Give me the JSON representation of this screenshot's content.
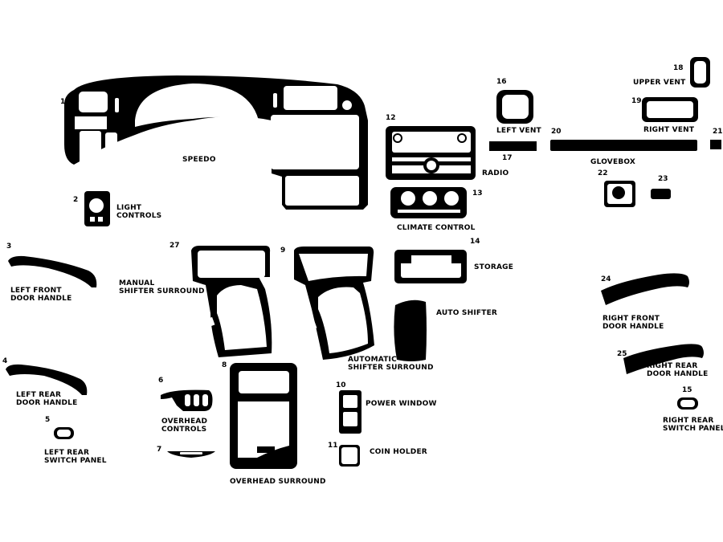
{
  "parts": [
    {
      "number": "1",
      "label": "SPEEDO"
    },
    {
      "number": "2",
      "label": "LIGHT\nCONTROLS"
    },
    {
      "number": "3",
      "label": "LEFT FRONT\nDOOR HANDLE"
    },
    {
      "number": "4",
      "label": "LEFT REAR\nDOOR HANDLE"
    },
    {
      "number": "5",
      "label": "LEFT REAR\nSWITCH PANEL"
    },
    {
      "number": "6",
      "label": "OVERHEAD\nCONTROLS"
    },
    {
      "number": "7",
      "label": ""
    },
    {
      "number": "8",
      "label": "OVERHEAD SURROUND"
    },
    {
      "number": "9",
      "label": "AUTOMATIC\nSHIFTER SURROUND"
    },
    {
      "number": "10",
      "label": "POWER WINDOW"
    },
    {
      "number": "11",
      "label": "COIN HOLDER"
    },
    {
      "number": "12",
      "label": "RADIO"
    },
    {
      "number": "13",
      "label": "CLIMATE CONTROL"
    },
    {
      "number": "14",
      "label": "STORAGE"
    },
    {
      "number": "15",
      "label": "RIGHT REAR\nSWITCH PANEL"
    },
    {
      "number": "16",
      "label": "LEFT VENT"
    },
    {
      "number": "17",
      "label": ""
    },
    {
      "number": "18",
      "label": "UPPER VENT"
    },
    {
      "number": "19",
      "label": "RIGHT VENT"
    },
    {
      "number": "20",
      "label": "GLOVEBOX"
    },
    {
      "number": "21",
      "label": ""
    },
    {
      "number": "22",
      "label": ""
    },
    {
      "number": "23",
      "label": ""
    },
    {
      "number": "24",
      "label": "RIGHT FRONT\nDOOR HANDLE"
    },
    {
      "number": "25",
      "label": "RIGHT REAR\nDOOR HANDLE"
    },
    {
      "number": "27",
      "label": "MANUAL\nSHIFTER SURROUND"
    },
    {
      "number": "",
      "label": "AUTO SHIFTER"
    }
  ],
  "colors": {
    "ink": "#000000",
    "paper": "#ffffff"
  }
}
